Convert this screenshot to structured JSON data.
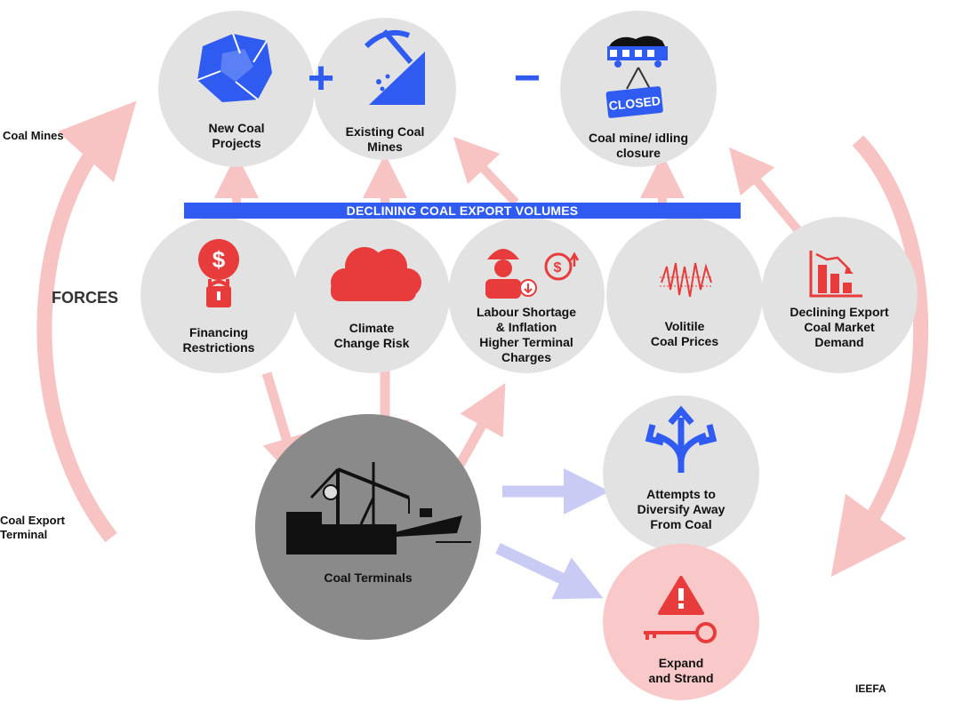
{
  "colors": {
    "circle_grey": "#e2e2e2",
    "terminal_grey": "#8a8a8a",
    "strand_pink": "#f9c9c9",
    "accent_blue": "#2f5bf0",
    "accent_red": "#e83b3b",
    "arrow_pink": "#f7c3c3",
    "arrow_lavender": "#c9cbf5"
  },
  "side_labels": {
    "coal_mines": "Coal Mines",
    "forces": "FORCES",
    "coal_export_terminal": "Coal Export\nTerminal"
  },
  "banner": "DECLINING COAL EXPORT VOLUMES",
  "operators": {
    "plus": "+",
    "minus": "−"
  },
  "mines": {
    "new_projects": {
      "label": "New Coal\nProjects",
      "icon": "coal-lump-icon"
    },
    "existing": {
      "label": "Existing Coal\nMines",
      "icon": "pickaxe-icon"
    },
    "closure": {
      "label": "Coal mine/ idling\nclosure",
      "icon": "closed-mine-cart-icon",
      "sign": "CLOSED"
    }
  },
  "forces": [
    {
      "label": "Financing\nRestrictions",
      "icon": "dollar-padlock-icon"
    },
    {
      "label": "Climate\nChange Risk",
      "icon": "cloud-icon"
    },
    {
      "label": "Labour Shortage\n& Inflation\nHigher Terminal\nCharges",
      "icon": "worker-dollar-up-icon"
    },
    {
      "label": "Volitile\nCoal Prices",
      "icon": "price-zigzag-icon"
    },
    {
      "label": "Declining Export\nCoal Market\nDemand",
      "icon": "declining-bar-chart-icon"
    }
  ],
  "terminal": {
    "label": "Coal Terminals",
    "icon": "port-ship-loader-icon"
  },
  "outcomes": {
    "diversify": {
      "label": "Attempts to\nDiversify Away\nFrom Coal",
      "icon": "diverging-arrows-icon"
    },
    "strand": {
      "label": "Expand\nand Strand",
      "icon": "warning-key-icon"
    }
  },
  "source": "IEEFA"
}
